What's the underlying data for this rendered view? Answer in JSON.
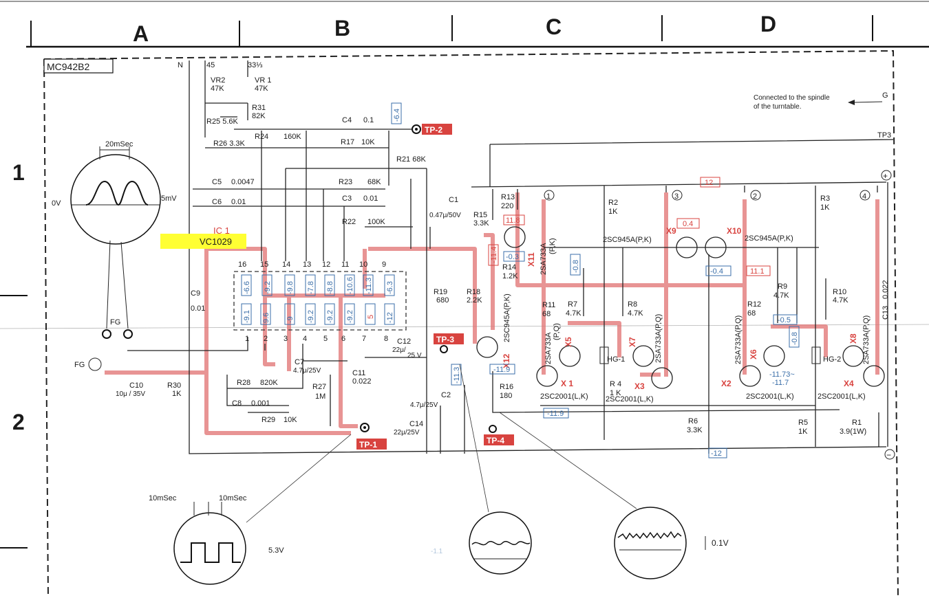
{
  "columns": [
    "A",
    "B",
    "C",
    "D"
  ],
  "rows": [
    "1",
    "2"
  ],
  "board": "MC942B2",
  "ic": {
    "ref": "IC 1",
    "part": "VC1029"
  },
  "test_points": [
    "TP-1",
    "TP-2",
    "TP-3",
    "TP-4"
  ],
  "terminals": {
    "n": "N",
    "t45": "45",
    "t33": "33⅓",
    "g": "G",
    "tp3": "TP3",
    "plus": "+",
    "minus": "−",
    "fg": "FG"
  },
  "note": {
    "line1": "Connected to the spindle",
    "line2": "of the turntable."
  },
  "waveforms": {
    "fg_time": "20mSec",
    "fg_amp": "5mV",
    "fg_ov": "0V",
    "tp1_t1": "10mSec",
    "tp1_t2": "10mSec",
    "tp1_amp": "5.3V",
    "tp4_amp": "0.1V"
  },
  "components": {
    "vr2": "VR2",
    "vr2v": "47K",
    "vr1": "VR 1",
    "vr1v": "47K",
    "r31": "R31",
    "r31v": "82K",
    "r25": "R25 5.6K",
    "r24": "R24",
    "r24v": "160K",
    "c4": "C4",
    "c4v": "0.1",
    "r26": "R26 3.3K",
    "r17": "R17",
    "r17v": "10K",
    "r21": "R21 68K",
    "c5": "C5",
    "c5v": "0.0047",
    "r23": "R23",
    "r23v": "68K",
    "c6": "C6",
    "c6v": "0.01",
    "c3": "C3",
    "c3v": "0.01",
    "r22": "R22",
    "r22v": "100K",
    "c1": "C1",
    "c1v": "0.47μ/50V",
    "r15": "R15",
    "r15v": "3.3K",
    "r13": "R13",
    "r13v": "220",
    "r14": "R14",
    "r14v": "1.2K",
    "r2": "R2",
    "r2v": "1K",
    "r3": "R3",
    "r3v": "1K",
    "c9": "C9",
    "c9v": "0.01",
    "r19": "R19",
    "r19v": "680",
    "r18": "R18",
    "r18v": "2.2K",
    "r11": "R11",
    "r11v": "68",
    "r7": "R7",
    "r7v": "4.7K",
    "r8": "R8",
    "r8v": "4.7K",
    "r9": "R9",
    "r9v": "4.7K",
    "r10": "R10",
    "r10v": "4.7K",
    "r12": "R12",
    "r12v": "68",
    "c13": "C13",
    "c13v": "0.022",
    "c12": "C12",
    "c12v": "22μ/",
    "c12v2": "25 V",
    "c7": "C7",
    "c7v": "4.7μ/25V",
    "c11": "C11",
    "c11v": "0.022",
    "c10": "C10",
    "c10v": "10μ / 35V",
    "r30": "R30",
    "r30v": "1K",
    "r28": "R28",
    "r28v": "820K",
    "c8": "C8",
    "c8v": "0.001",
    "r29": "R29",
    "r29v": "10K",
    "r27": "R27",
    "r27v": "1M",
    "c2": "C2",
    "c2v": "4.7μ/25V",
    "c14": "C14",
    "c14v": "22μ/25V",
    "r16": "R16",
    "r16v": "180",
    "r4": "R 4",
    "r4v": "1 K",
    "r6": "R6",
    "r6v": "3.3K",
    "r5": "R5",
    "r5v": "1K",
    "r1": "R1",
    "r1v": "3.9(1W)",
    "hg1": "HG-1",
    "hg2": "HG-2"
  },
  "transistors": {
    "x11": "X11",
    "x11p": "2SA733A",
    "x11p2": "(P,K)",
    "x12": "X12",
    "x12p": "2SC945A(P,K)",
    "x9": "X9",
    "x10": "X10",
    "x9p": "2SC945A(P,K)",
    "x10p": "2SC945A(P,K)",
    "x5": "X5",
    "x5p": "2SA733A",
    "x5p2": "(P,Q)",
    "x7": "X7",
    "x7p": "2SA733A(P,Q)",
    "x6": "X6",
    "x6p": "2SA733A(P,Q)",
    "x8": "X8",
    "x8p": "2SA733A(P,Q)",
    "x1": "X 1",
    "x3": "X3",
    "x2": "X2",
    "x4": "X4",
    "x13p": "2SC2001(L,K)",
    "x24p": "2SC2001(L,K)",
    "x3p": "2SC2001(L,K)",
    "x4p": "2SC2001(L,K)"
  },
  "coils": [
    "1",
    "3",
    "2",
    "4"
  ],
  "ic_pins_top": [
    "16",
    "15",
    "14",
    "13",
    "12",
    "11",
    "10",
    "9"
  ],
  "ic_pins_bottom": [
    "1",
    "2",
    "3",
    "4",
    "5",
    "6",
    "7",
    "8"
  ],
  "voltages": {
    "top": [
      "-6.6",
      "-9.2",
      "-9.8",
      "-7.8",
      "-8.8",
      "-10.6",
      "-11.3",
      "-6.3"
    ],
    "bottom": [
      "-9.1",
      "9.6",
      "-9",
      "-9.2",
      "-9.2",
      "-9.2",
      "5",
      "-12"
    ],
    "tp2": "-6.4",
    "rail": "12",
    "x11b": "11.8",
    "x11e": "-0.3",
    "x9": "0.4",
    "r14": "-0.8",
    "x10": "-0.4",
    "x6c": "11.1",
    "x6b": "-0.5",
    "x8b": "-0.8",
    "x12e": "-11.9",
    "x12c": "-11.4",
    "x2": "-11.73~",
    "x2b": "-11.7",
    "x1": "-11.9",
    "gnd": "-12",
    "tp3": "-11.3",
    "tp4": "-1.1"
  }
}
